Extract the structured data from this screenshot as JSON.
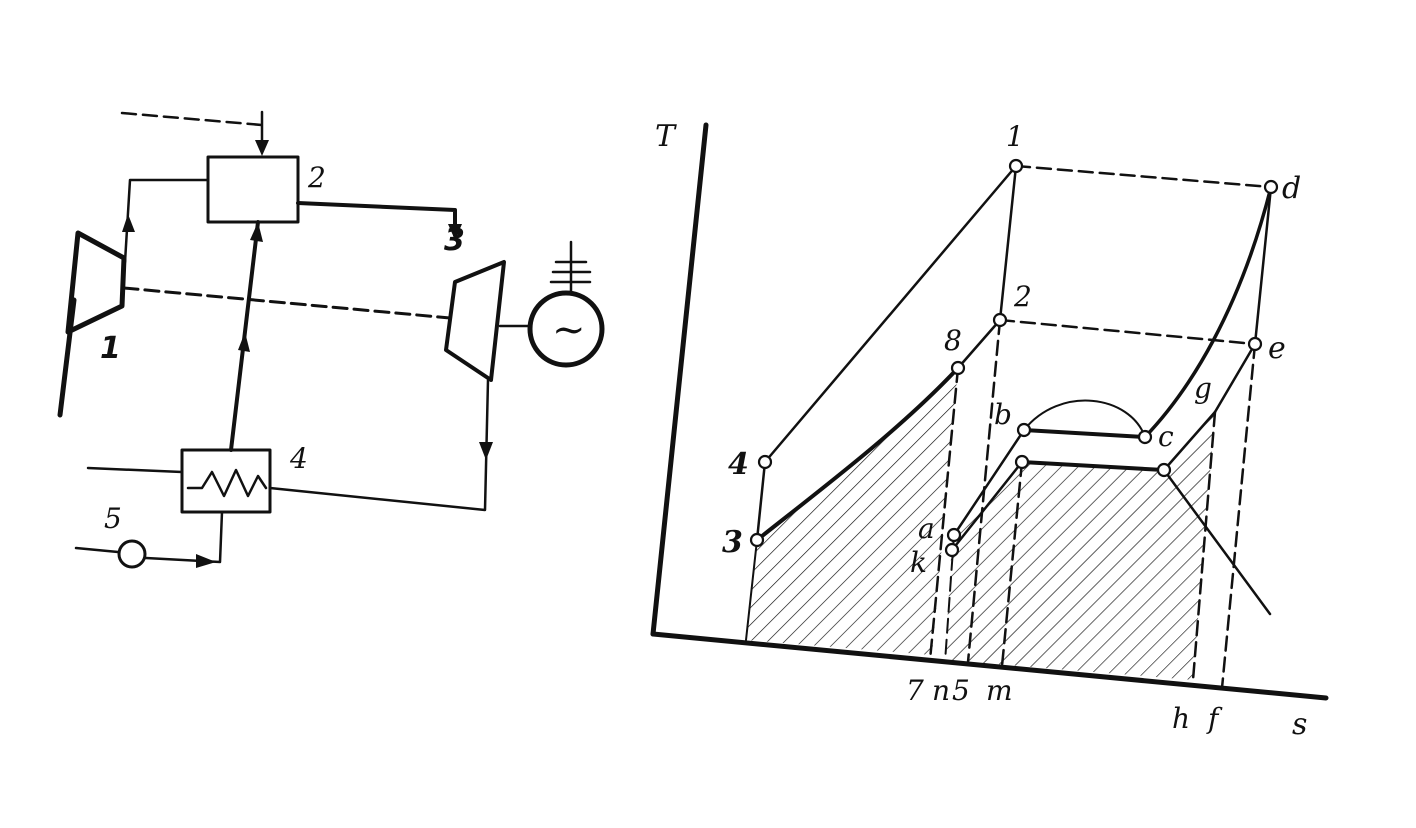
{
  "scheme": {
    "labels": {
      "compressor": "1",
      "combustor": "2",
      "turbine": "3",
      "heat_exchanger": "4",
      "pump": "5"
    },
    "generator_symbol": "~"
  },
  "ts_diagram": {
    "axis_y": "T",
    "axis_x": "s",
    "points": {
      "p1": "1",
      "p2": "2",
      "p3": "3",
      "p4": "4",
      "p8": "8",
      "pa": "a",
      "pk": "k",
      "pb": "b",
      "pc": "c",
      "pd": "d",
      "pe": "e",
      "pg": "g"
    },
    "s_ticks": {
      "t7": "7",
      "tn": "n",
      "t5": "5",
      "tm": "m",
      "th": "h",
      "tf": "f"
    }
  }
}
